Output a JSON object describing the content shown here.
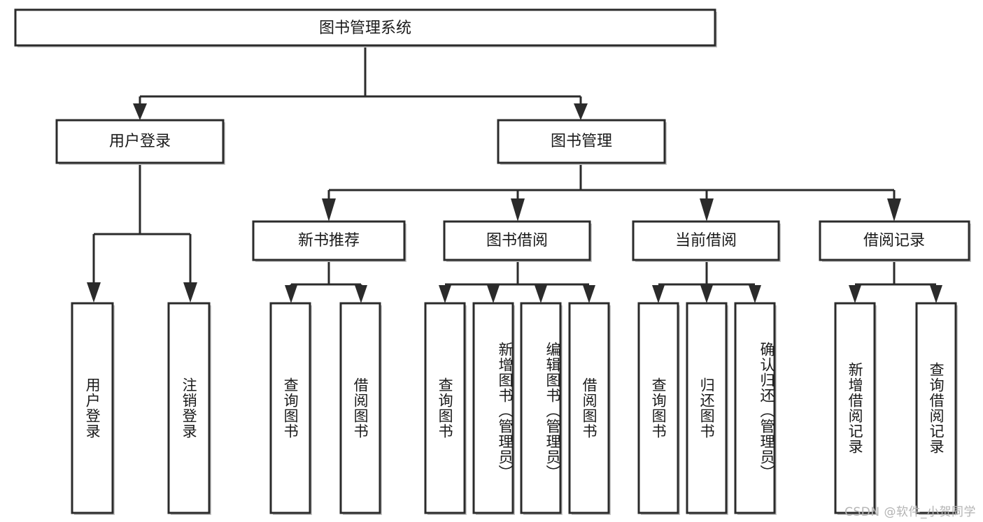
{
  "diagram": {
    "title": "图书管理系统",
    "type": "tree-hierarchy",
    "orientation": "top-down",
    "style": {
      "box_fill": "#ffffff",
      "box_stroke": "#2b2b2b",
      "line_color": "#2b2b2b",
      "text_color": "#1a1a1a",
      "background": "#ffffff",
      "shadow": "#c9c9c9"
    },
    "levels": {
      "root": "图书管理系统",
      "level2": [
        "用户登录",
        "图书管理"
      ],
      "level3": [
        "新书推荐",
        "图书借阅",
        "当前借阅",
        "借阅记录"
      ]
    },
    "root": {
      "id": "root",
      "label": "图书管理系统"
    },
    "branch_user_login": {
      "id": "user-login",
      "label": "用户登录",
      "children": [
        {
          "id": "user-login-leaf",
          "label": "用户登录"
        },
        {
          "id": "logout-leaf",
          "label": "注销登录"
        }
      ]
    },
    "branch_book_manage": {
      "id": "book-manage",
      "label": "图书管理",
      "groups": [
        {
          "id": "new-book-recommend",
          "label": "新书推荐",
          "children": [
            {
              "id": "query-book-1",
              "label": "查询图书"
            },
            {
              "id": "borrow-book-1",
              "label": "借阅图书"
            }
          ]
        },
        {
          "id": "book-borrow",
          "label": "图书借阅",
          "children": [
            {
              "id": "query-book-2",
              "label": "查询图书"
            },
            {
              "id": "add-book-admin",
              "label": "新增图书（管理员）"
            },
            {
              "id": "edit-book-admin",
              "label": "编辑图书（管理员）"
            },
            {
              "id": "borrow-book-2",
              "label": "借阅图书"
            }
          ]
        },
        {
          "id": "current-borrow",
          "label": "当前借阅",
          "children": [
            {
              "id": "query-book-3",
              "label": "查询图书"
            },
            {
              "id": "return-book",
              "label": "归还图书"
            },
            {
              "id": "confirm-return-admin",
              "label": "确认归还（管理员）"
            }
          ]
        },
        {
          "id": "borrow-record",
          "label": "借阅记录",
          "children": [
            {
              "id": "add-borrow-record",
              "label": "新增借阅记录"
            },
            {
              "id": "query-borrow-record",
              "label": "查询借阅记录"
            }
          ]
        }
      ]
    }
  },
  "watermark": {
    "text": "CSDN @软件_小贺同学"
  }
}
